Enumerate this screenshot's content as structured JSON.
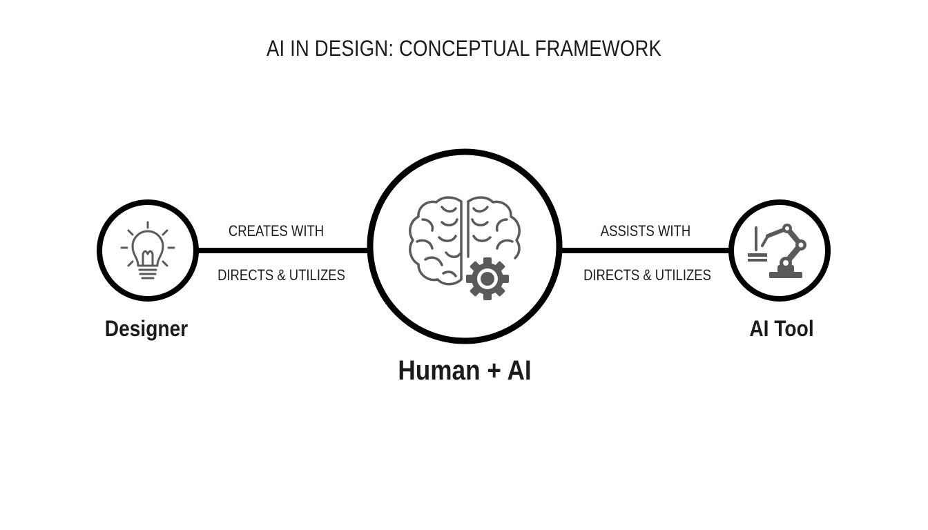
{
  "title": "AI IN DESIGN: CONCEPTUAL FRAMEWORK",
  "colors": {
    "line": "#000000",
    "icon": "#5a5a5a",
    "text": "#1b1b1b",
    "background": "#ffffff"
  },
  "nodes": {
    "designer": {
      "label": "Designer",
      "icon": "lightbulb-icon"
    },
    "center": {
      "label": "Human + AI",
      "icon": "brain-gear-icon"
    },
    "ai_tool": {
      "label": "AI Tool",
      "icon": "robot-arm-icon"
    }
  },
  "edges": {
    "left": {
      "top_label": "CREATES WITH",
      "bottom_label": "DIRECTS & UTILIZES"
    },
    "right": {
      "top_label": "ASSISTS WITH",
      "bottom_label": "DIRECTS & UTILIZES"
    }
  }
}
